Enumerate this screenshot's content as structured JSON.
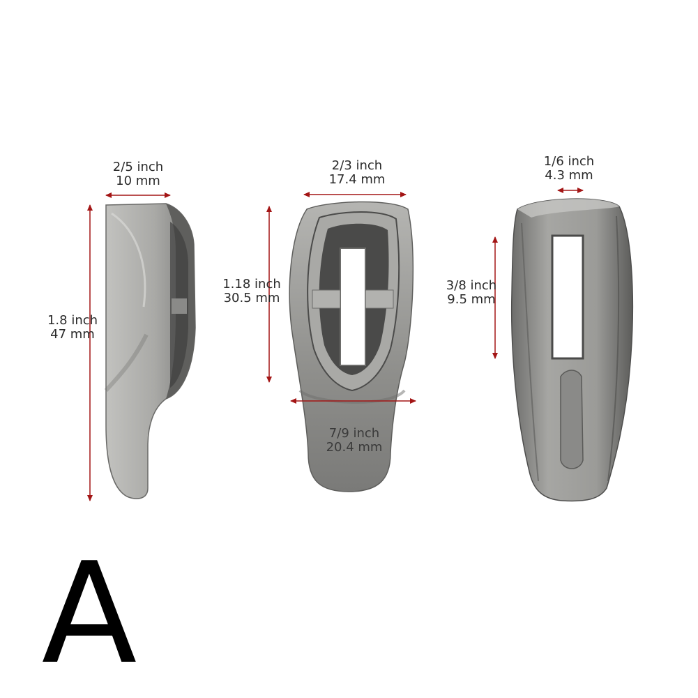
{
  "variant_letter": "A",
  "dimensions": {
    "side_width": {
      "inch": "2/5 inch",
      "mm": "10 mm"
    },
    "side_height": {
      "inch": "1.8 inch",
      "mm": "47 mm"
    },
    "front_top_width": {
      "inch": "2/3 inch",
      "mm": "17.4 mm"
    },
    "front_slot_height": {
      "inch": "1.18 inch",
      "mm": "30.5 mm"
    },
    "front_bottom_width": {
      "inch": "7/9 inch",
      "mm": "20.4 mm"
    },
    "back_slot_width": {
      "inch": "1/6 inch",
      "mm": "4.3 mm"
    },
    "back_slot_height": {
      "inch": "3/8 inch",
      "mm": "9.5 mm"
    }
  },
  "colors": {
    "dimension_arrow": "#a31515",
    "metal_light": "#b9b9b6",
    "metal_mid": "#8f8f8c",
    "metal_dark": "#555553",
    "letter": "#000000"
  }
}
